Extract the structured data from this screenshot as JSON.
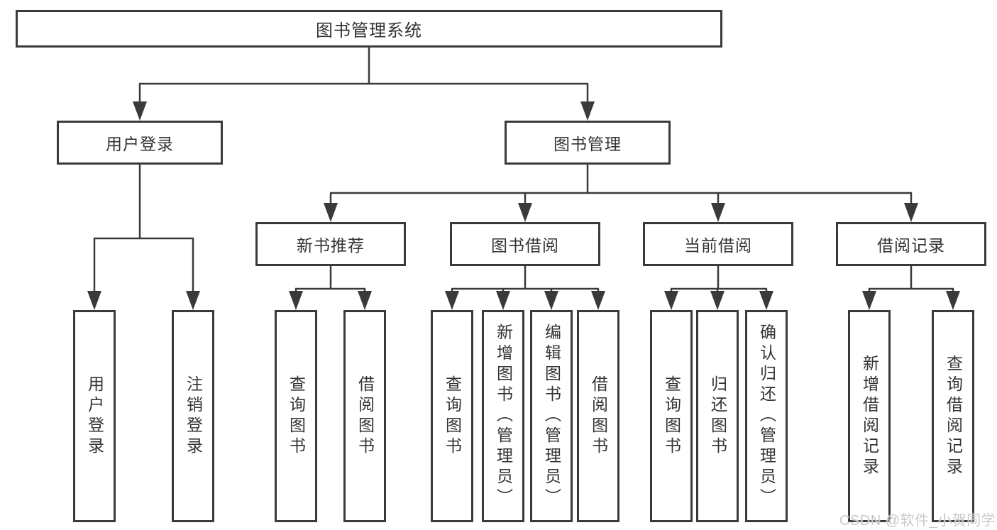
{
  "diagram": {
    "nodes": {
      "root": "图书管理系统",
      "l1_user_login": "用户登录",
      "l1_book_mgmt": "图书管理",
      "l2_new_books": "新书推荐",
      "l2_book_borrow": "图书借阅",
      "l2_current_borrow": "当前借阅",
      "l2_borrow_records": "借阅记录",
      "leaf_user_login": "用户登录",
      "leaf_logout": "注销登录",
      "leaf_nb_query": "查询图书",
      "leaf_nb_borrow": "借阅图书",
      "leaf_bw_query": "查询图书",
      "leaf_bw_add": "新增图书（管理员）",
      "leaf_bw_edit": "编辑图书（管理员）",
      "leaf_bw_borrow": "借阅图书",
      "leaf_cur_query": "查询图书",
      "leaf_cur_return": "归还图书",
      "leaf_cur_confirm": "确认归还（管理员）",
      "leaf_rec_add": "新增借阅记录",
      "leaf_rec_query": "查询借阅记录"
    }
  },
  "watermark": "CSDN @软件_小贺同学",
  "colors": {
    "line": "#3a3a3a",
    "text": "#333333",
    "watermark": "#c8c8c8",
    "background": "#ffffff"
  }
}
